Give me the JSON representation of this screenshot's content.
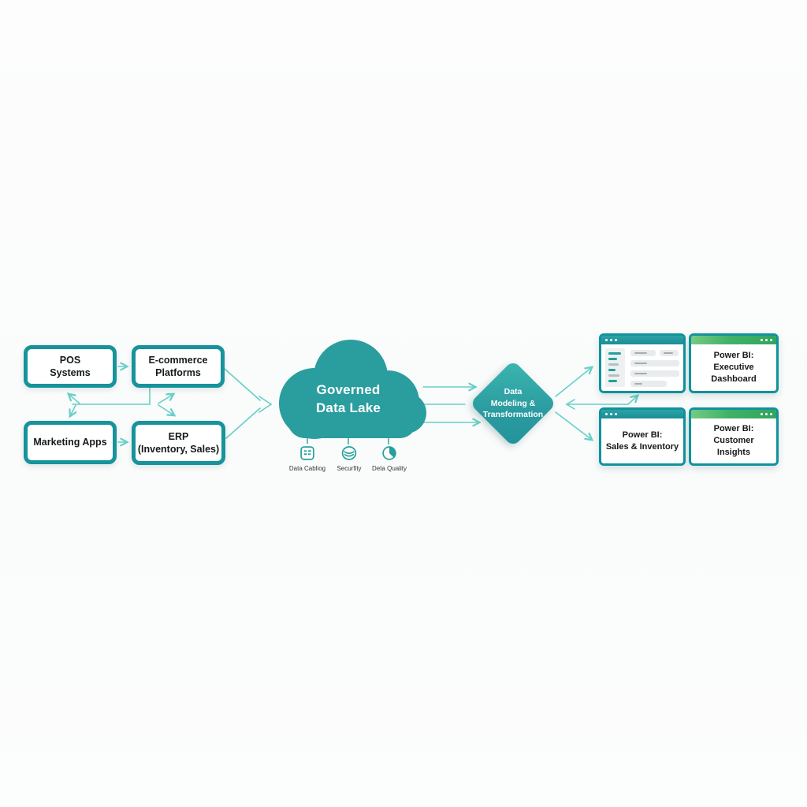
{
  "sources": [
    {
      "id": "pos",
      "label": "POS\nSystems"
    },
    {
      "id": "ecommerce",
      "label": "E-commerce\nPlatforms"
    },
    {
      "id": "marketing",
      "label": "Marketing Apps"
    },
    {
      "id": "erp",
      "label": "ERP\n(Inventory, Sales)"
    }
  ],
  "data_lake": {
    "label": "Governed\nData Lake",
    "governance": [
      {
        "icon": "catalog-grid-icon",
        "label": "Data Cabliog"
      },
      {
        "icon": "security-layers-icon",
        "label": "Securfity"
      },
      {
        "icon": "quality-clock-icon",
        "label": "Deta Quality"
      }
    ]
  },
  "transformation": {
    "label": "Data\nModeling &\nTransformation"
  },
  "outputs": {
    "executive": {
      "label": "Power BI:\nExecutive\nDashboard"
    },
    "sales": {
      "label": "Power BI:\nSales & Inventory"
    },
    "customer": {
      "label": "Power BI:\nCustomer\nInsights"
    }
  },
  "colors": {
    "teal_border": "#17939b",
    "teal_fill": "#2a9d9e",
    "connector": "#67d0c7",
    "green_bar": "#3fb168",
    "text_dark": "#17191a",
    "text_white": "#ffffff"
  }
}
